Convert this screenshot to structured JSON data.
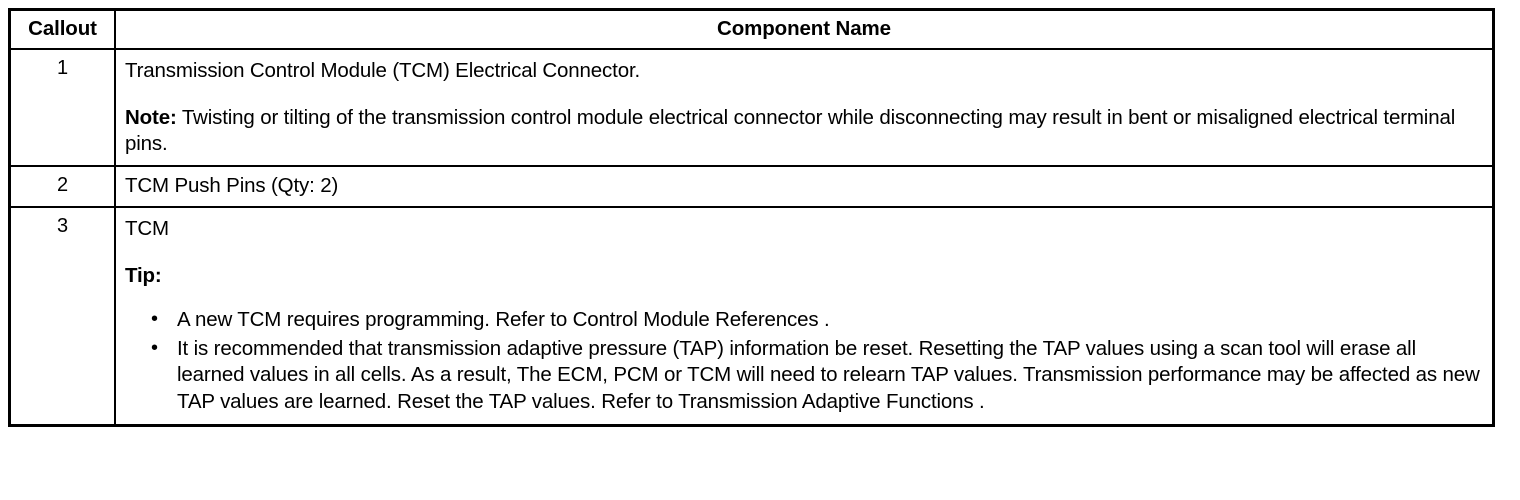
{
  "table": {
    "headers": {
      "callout": "Callout",
      "component_name": "Component Name"
    },
    "rows": [
      {
        "callout": "1",
        "title": "Transmission Control Module (TCM) Electrical Connector.",
        "note_label": "Note:",
        "note_text": " Twisting or tilting of the transmission control module electrical connector while disconnecting may result in bent or misaligned electrical terminal pins."
      },
      {
        "callout": "2",
        "title": "TCM Push Pins (Qty: 2)"
      },
      {
        "callout": "3",
        "title": "TCM",
        "tip_label": "Tip:",
        "bullets": [
          "A new TCM requires programming. Refer to Control Module References .",
          "It is recommended that transmission adaptive pressure (TAP) information be reset. Resetting the TAP values using a scan tool will erase all learned values in all cells. As a result, The ECM, PCM or TCM will need to relearn TAP values. Transmission performance may be affected as new TAP values are learned. Reset the TAP values. Refer to Transmission Adaptive Functions ."
        ]
      }
    ]
  },
  "colors": {
    "border": "#000000",
    "text": "#000000",
    "background": "#ffffff"
  }
}
